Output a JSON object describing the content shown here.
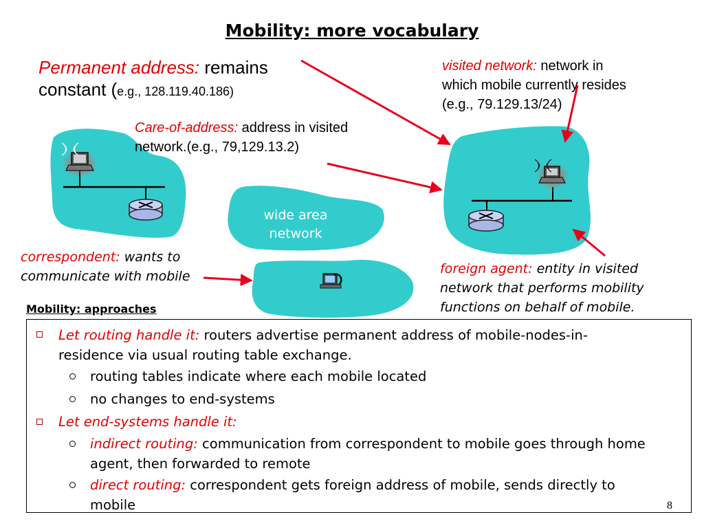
{
  "title": "Mobility: more vocabulary",
  "permanent": {
    "term": "Permanent address:",
    "text1": " remains",
    "text2": "constant (",
    "eg": "e.g., 128.119.40.186)"
  },
  "visited": {
    "term": "visited network:",
    "text1": " network in",
    "text2": "which mobile currently resides",
    "text3": "(e.g., 79.129.13/24)"
  },
  "careof": {
    "term": "Care-of-address:",
    "text1": " address in visited",
    "text2": "network.(e.g., 79,129.13.2)"
  },
  "wan": {
    "line1": "wide area",
    "line2": "network"
  },
  "correspondent": {
    "term": "correspondent:",
    "text1": " wants to",
    "text2": "communicate with mobile"
  },
  "foreign": {
    "term": "foreign agent:",
    "text1": " entity in visited",
    "text2": "network that performs mobility",
    "text3": "functions on behalf of mobile."
  },
  "approaches": {
    "heading": "Mobility: approaches",
    "b1_term": "Let routing handle it:",
    "b1_text1": " routers advertise permanent address of mobile-nodes-in-",
    "b1_text2": "residence via usual routing table exchange.",
    "b1_s1": "routing tables indicate where each mobile located",
    "b1_s2": "no changes to end-systems",
    "b2_term": "Let end-systems handle it:",
    "b2_s1_term": "indirect routing:",
    "b2_s1_text1": " communication from correspondent to mobile goes through home",
    "b2_s1_text2": "agent, then forwarded to remote",
    "b2_s2_term": "direct routing:",
    "b2_s2_text1": " correspondent gets foreign address of mobile, sends directly to",
    "b2_s2_text2": "mobile"
  },
  "page_number": "8",
  "colors": {
    "network": "#33cccc",
    "highlight": "#e00000",
    "arrow": "#e8001c"
  },
  "icons": [
    "laptop-icon",
    "router-icon",
    "desktop-computer-icon",
    "wireless-signal-icon"
  ]
}
